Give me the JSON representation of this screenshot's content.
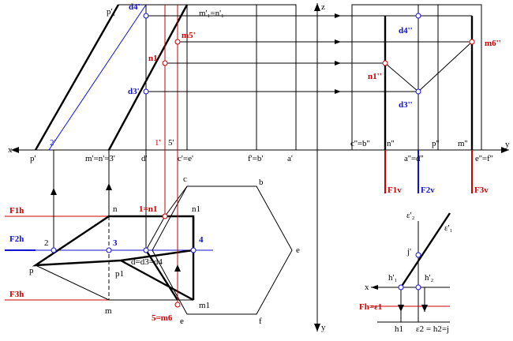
{
  "colors": {
    "red": "#cc0000",
    "blue": "#1010d0",
    "black": "#000000"
  },
  "axes": {
    "x_left": "x",
    "y_right": "y",
    "z_top": "z",
    "y_bottom": "y"
  },
  "labels": {
    "p1_prime": "p'₁",
    "d4_prime": "d4'",
    "m1_eq_n1": "m'₁=n'₁",
    "m5_prime": "m5'",
    "n1_prime": "n1'",
    "d3_prime": "d3'",
    "two_prime": "2'",
    "p_prime": "p'",
    "m_eq_n_eq_3": "m'=n'=3'",
    "d_prime": "d'",
    "one_prime": "1'",
    "five_prime": "5'",
    "c_eq_e": "c'=e'",
    "f_eq_b": "f'=b'",
    "a_prime": "a'",
    "c2_eq_b2": "c''=b''",
    "n2": "n''",
    "a2_eq_d2": "a''=d''",
    "p2": "p''",
    "m2": "m''",
    "e2_eq_f2": "e''=f''",
    "d4_2": "d4''",
    "m6_2": "m6''",
    "n1_2": "n1''",
    "d3_2": "d3''",
    "F1v": "F1v",
    "F2v": "F2v",
    "F3v": "F3v",
    "c": "c",
    "b": "b",
    "n": "n",
    "eq1_n1": "1=n1",
    "n_1": "n1",
    "F1h": "F1h",
    "F2h": "F2h",
    "F3h": "F3h",
    "two": "2",
    "three": "3",
    "four": "4",
    "p": "p",
    "p_1": "p1",
    "d_eq_d3_eq_d4": "d=d3=d4",
    "e_right": "e",
    "m": "m",
    "eq5_m6": "5=m6",
    "e_bottom": "e",
    "m_1": "m1",
    "f": "f",
    "eps2_prime": "ε'₂",
    "eps1_prime": "ε'₁",
    "j_prime": "j'",
    "h1_prime": "h'₁",
    "h2_prime": "h'₂",
    "x_small": "x",
    "Fh_eq_eps1": "Fh=ε1",
    "h_1": "h1",
    "eps2_eq": "ε2 = h2=j"
  }
}
